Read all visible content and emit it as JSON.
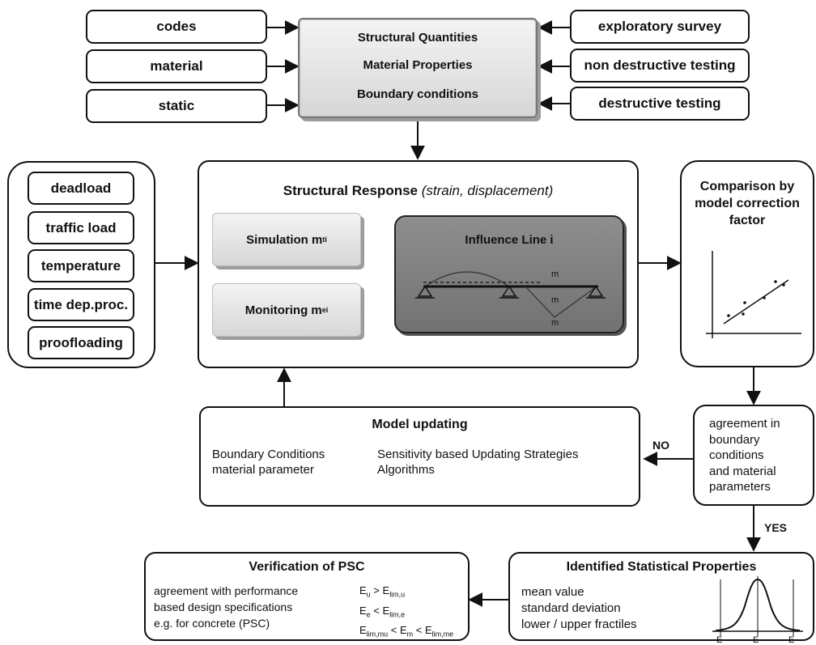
{
  "inputs_left": [
    "codes",
    "material",
    "static"
  ],
  "inputs_right": [
    "exploratory survey",
    "non destructive testing",
    "destructive testing"
  ],
  "quantities_box": [
    "Structural Quantities",
    "Material Properties",
    "Boundary conditions"
  ],
  "loads": [
    "deadload",
    "traffic load",
    "temperature",
    "time dep.proc.",
    "proofloading"
  ],
  "response": {
    "title": "Structural Response",
    "subtitle": "(strain, displacement)",
    "simulation_label": "Simulation m",
    "simulation_sub": "ti",
    "monitoring_label": "Monitoring m",
    "monitoring_sub": "ei",
    "influence_title": "Influence Line i",
    "influence_marks": [
      "m",
      "m",
      "m"
    ]
  },
  "comparison": {
    "lines": [
      "Comparison by",
      "model correction",
      "factor"
    ]
  },
  "model_updating": {
    "title": "Model updating",
    "left_lines": [
      "Boundary Conditions",
      "material parameter"
    ],
    "right_lines": [
      "Sensitivity based Updating Strategies",
      "Algorithms"
    ]
  },
  "agreement": {
    "lines": [
      "agreement in",
      "boundary",
      "conditions",
      "and material",
      "parameters"
    ]
  },
  "labels": {
    "no": "NO",
    "yes": "YES"
  },
  "verification": {
    "title": "Verification of PSC",
    "lines": [
      "agreement with performance",
      "based design specifications",
      "e.g. for concrete (PSC)"
    ],
    "formulas": [
      {
        "a": "E",
        "as": "u",
        "op": " > ",
        "b": "E",
        "bs": "lim,u"
      },
      {
        "a": "E",
        "as": "e",
        "op": " < ",
        "b": "E",
        "bs": "lim,e"
      },
      {
        "a": "E",
        "as": "lim,mu",
        "op": " < ",
        "b": "E",
        "bs": "m",
        "op2": " < ",
        "c": "E",
        "cs": "lim,me"
      }
    ]
  },
  "statistics": {
    "title": "Identified Statistical Properties",
    "lines": [
      "mean value",
      "standard deviation",
      "lower / upper fractiles"
    ],
    "axis_labels": [
      "E",
      "E",
      "E"
    ]
  }
}
